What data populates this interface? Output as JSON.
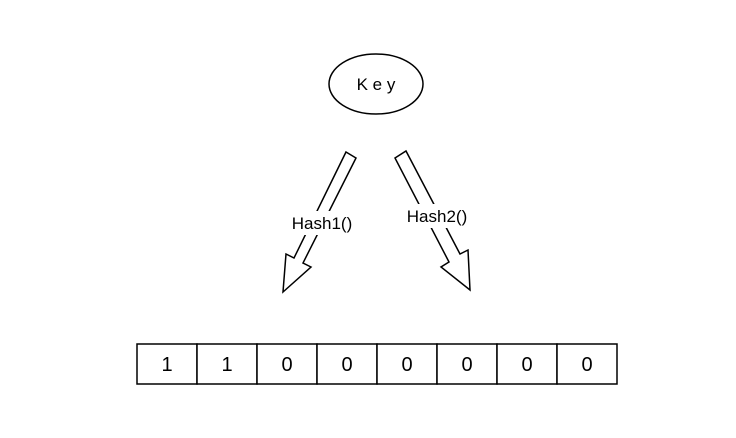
{
  "key_node": {
    "label": "K e y"
  },
  "arrows": [
    {
      "label": "Hash1()"
    },
    {
      "label": "Hash2()"
    }
  ],
  "bit_array": {
    "cells": [
      "1",
      "1",
      "0",
      "0",
      "0",
      "0",
      "0",
      "0"
    ]
  },
  "colors": {
    "stroke": "#000000",
    "fill": "#ffffff"
  }
}
